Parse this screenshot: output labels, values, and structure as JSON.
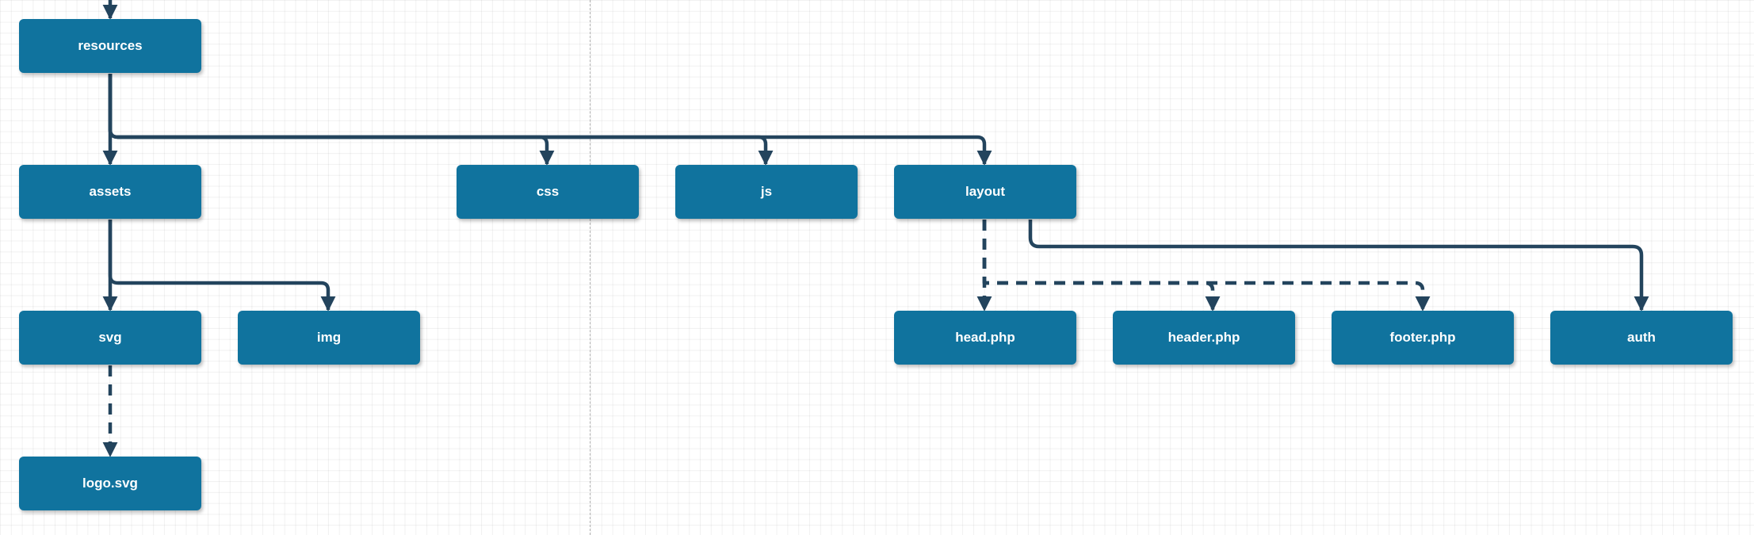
{
  "nodes": {
    "resources": "resources",
    "assets": "assets",
    "css": "css",
    "js": "js",
    "layout": "layout",
    "svg": "svg",
    "img": "img",
    "logo_svg": "logo.svg",
    "head_php": "head.php",
    "header_php": "header.php",
    "footer_php": "footer.php",
    "auth": "auth"
  },
  "colors": {
    "node_fill": "#10739e",
    "node_text": "#ffffff",
    "connector": "#23445d"
  }
}
